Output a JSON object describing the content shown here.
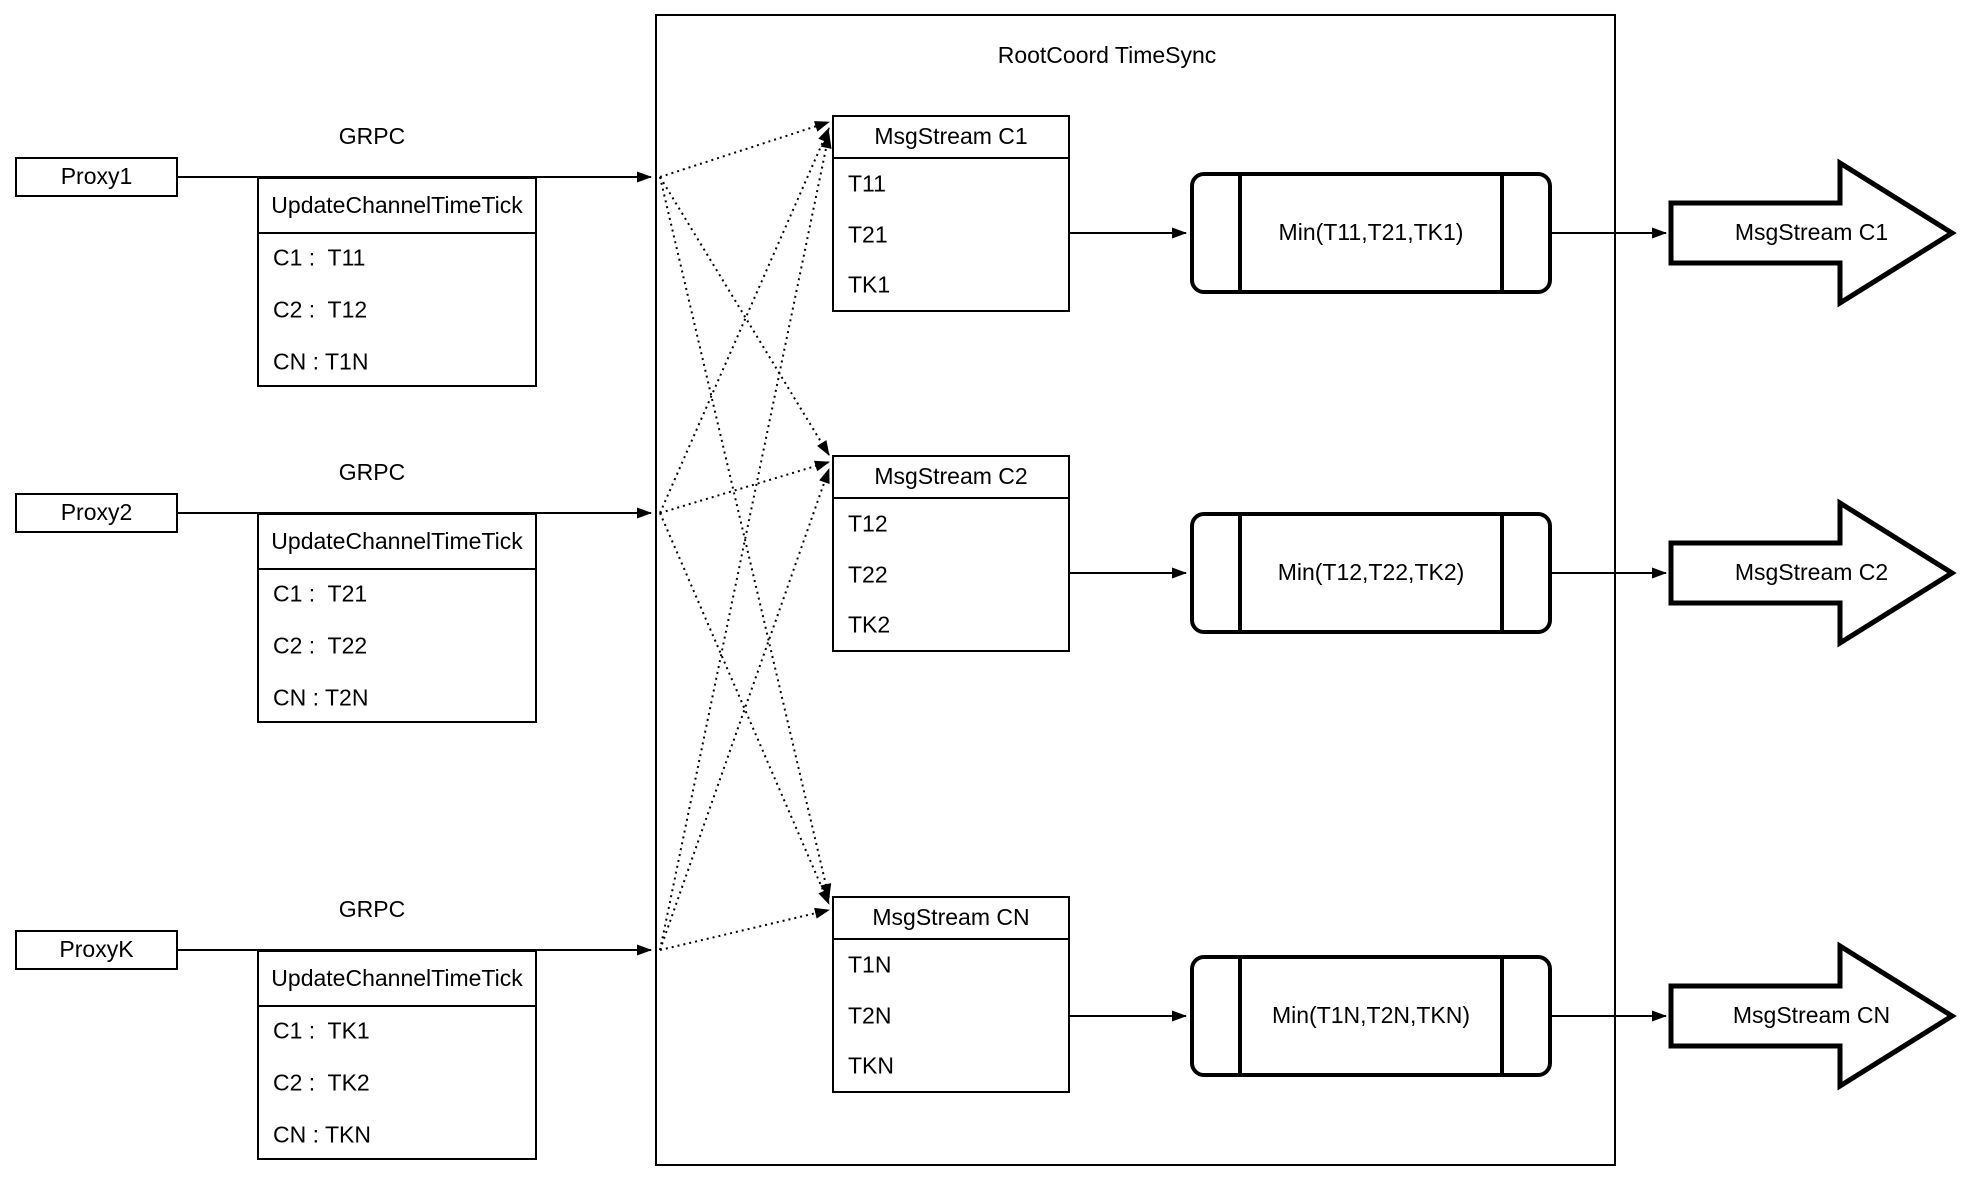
{
  "container": {
    "title": "RootCoord TimeSync"
  },
  "rows": [
    {
      "proxy_label": "Proxy1",
      "grpc_label": "GRPC",
      "update_table": {
        "header": "UpdateChannelTimeTick",
        "entries": [
          "C1 :  T11",
          "C2 :  T12",
          "CN : T1N"
        ]
      },
      "msgstream_table": {
        "header": "MsgStream C1",
        "entries": [
          "T11",
          "T21",
          "TK1"
        ]
      },
      "min_label": "Min(T11,T21,TK1)",
      "output_arrow_label": "MsgStream C1"
    },
    {
      "proxy_label": "Proxy2",
      "grpc_label": "GRPC",
      "update_table": {
        "header": "UpdateChannelTimeTick",
        "entries": [
          "C1 :  T21",
          "C2 :  T22",
          "CN : T2N"
        ]
      },
      "msgstream_table": {
        "header": "MsgStream C2",
        "entries": [
          "T12",
          "T22",
          "TK2"
        ]
      },
      "min_label": "Min(T12,T22,TK2)",
      "output_arrow_label": "MsgStream C2"
    },
    {
      "proxy_label": "ProxyK",
      "grpc_label": "GRPC",
      "update_table": {
        "header": "UpdateChannelTimeTick",
        "entries": [
          "C1 :  TK1",
          "C2 :  TK2",
          "CN : TKN"
        ]
      },
      "msgstream_table": {
        "header": "MsgStream CN",
        "entries": [
          "T1N",
          "T2N",
          "TKN"
        ]
      },
      "min_label": "Min(T1N,T2N,TKN)",
      "output_arrow_label": "MsgStream CN"
    }
  ]
}
